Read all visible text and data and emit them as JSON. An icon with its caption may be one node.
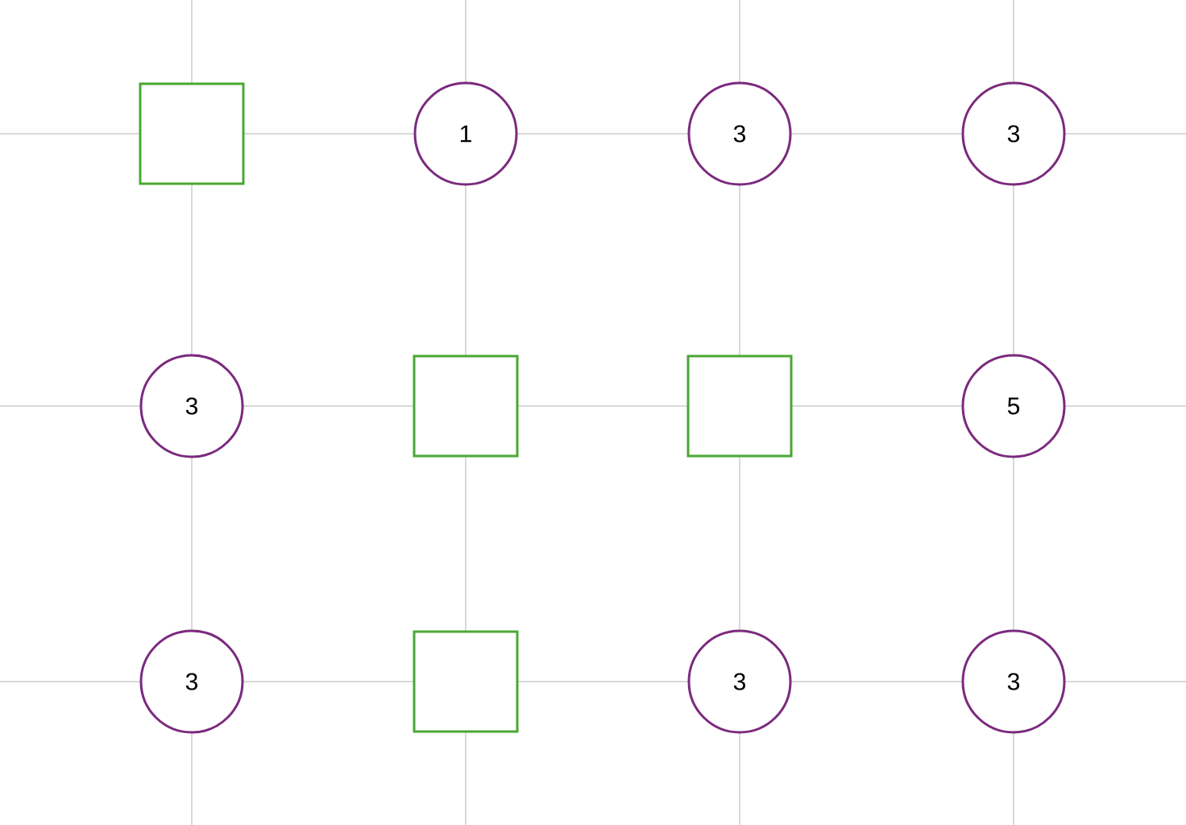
{
  "diagram": {
    "nodes": [
      {
        "text": [],
        "shape": "box"
      },
      {
        "text": [
          "1"
        ]
      },
      {
        "text": [
          "3"
        ]
      },
      {
        "text": [
          "3"
        ]
      },
      {
        "text": [
          "3"
        ]
      },
      {
        "text": [],
        "shape": "box"
      },
      {
        "text": [],
        "shape": "box"
      },
      {
        "text": [
          "5"
        ]
      },
      {
        "text": [
          "3"
        ]
      },
      {
        "text": [],
        "shape": "box"
      },
      {
        "text": [
          "3"
        ]
      },
      {
        "text": [
          "3"
        ]
      }
    ]
  }
}
